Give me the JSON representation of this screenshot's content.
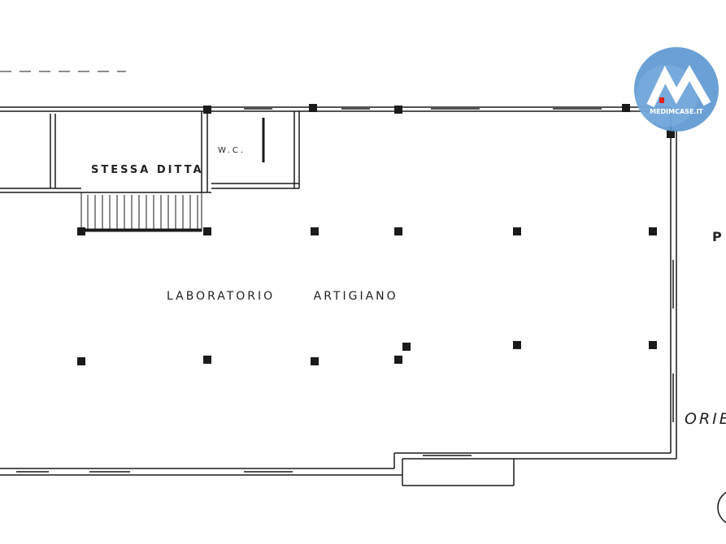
{
  "rooms": {
    "stessa_ditta": "STESSA DITTA",
    "wc": "W.C.",
    "laboratorio": "LABORATORIO ARTIGIANO"
  },
  "edge_labels": {
    "p": "P",
    "orientation": "ORIE"
  },
  "logo": {
    "text": "MEDIMCASE.IT",
    "colors": {
      "primary": "#4a8fd0",
      "accent": "#e02020"
    }
  },
  "line_color": "#1a1a1a"
}
